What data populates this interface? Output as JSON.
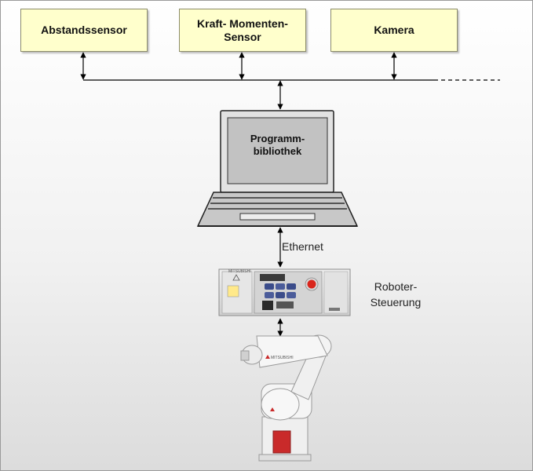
{
  "sensors": [
    {
      "label": "Abstandssensor"
    },
    {
      "label": "Kraft- Momenten-\nSensor"
    },
    {
      "label": "Kamera"
    }
  ],
  "laptop": {
    "screen_text": "Programm-\nbibliothek"
  },
  "connection": {
    "label": "Ethernet"
  },
  "controller": {
    "label": "Roboter-\nSteuerung",
    "brand": "MITSUBISHI"
  },
  "robot": {
    "brand": "MITSUBISHI"
  },
  "colors": {
    "sensor_fill": "#ffffcc",
    "line": "#000000"
  }
}
